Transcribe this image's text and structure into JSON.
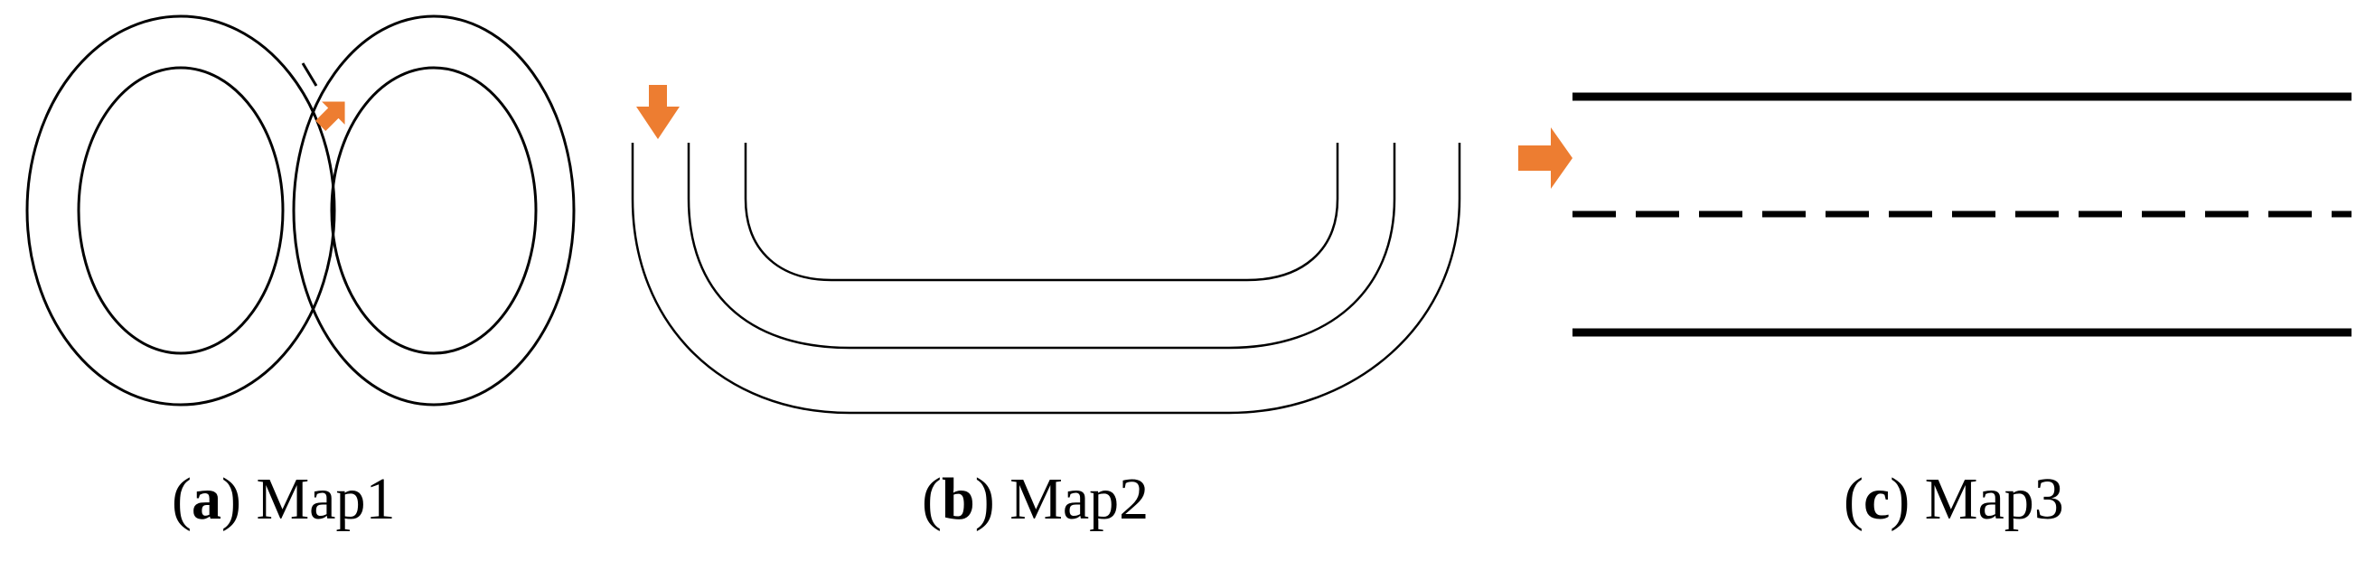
{
  "figures": [
    {
      "letter": "a",
      "label": "Map1"
    },
    {
      "letter": "b",
      "label": "Map2"
    },
    {
      "letter": "c",
      "label": "Map3"
    }
  ],
  "colors": {
    "track_line": "#000000",
    "arrow": "#ED7D31"
  },
  "icons": {
    "start_arrow_a": "arrow-up-right-icon",
    "start_arrow_b": "arrow-down-icon",
    "start_arrow_c": "arrow-right-icon"
  }
}
